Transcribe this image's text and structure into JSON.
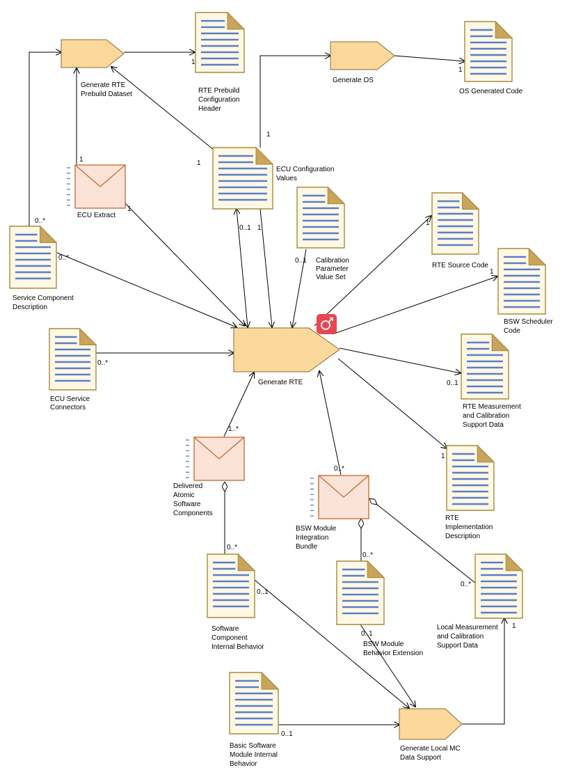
{
  "diagram": {
    "tasks": {
      "generate_rte_prebuild": "Generate RTE\nPrebuild Dataset",
      "generate_os": "Generate OS",
      "generate_rte": "Generate RTE",
      "generate_local_mc": "Generate Local MC\nData Support"
    },
    "artifacts": {
      "rte_prebuild_config_header": "RTE Prebuild\nConfiguration\nHeader",
      "os_generated_code": "OS Generated Code",
      "ecu_configuration_values": "ECU Configuration\nValues",
      "ecu_extract": "ECU Extract",
      "calibration_parameter_value_set": "Calibration\nParameter\nValue Set",
      "rte_source_code": "RTE Source Code",
      "bsw_scheduler_code": "BSW Scheduler\nCode",
      "service_component_description": "Service Component\nDescription",
      "ecu_service_connectors": "ECU Service\nConnectors",
      "rte_measurement_calibration_support": "RTE Measurement\nand Calibration\nSupport Data",
      "rte_implementation_description": "RTE\nImplementation\nDescription",
      "delivered_atomic_swc": "Delivered\nAtomic\nSoftware\nComponents",
      "bsw_module_integration_bundle": "BSW Module\nIntegration\nBundle",
      "swc_internal_behavior": "Software\nComponent\nInternal Behavior",
      "bsw_module_behavior_extension": "BSW Module\nBehavior Extension",
      "local_measurement_calibration_support": "Local Measurement\nand Calibration\nSupport Data",
      "bsw_module_internal_behavior": "Basic Software\nModule Internal\nBehavior"
    },
    "multiplicities": {
      "m_prebuild_header": "1",
      "m_os_code": "1",
      "m_ecuc_os": "1",
      "m_ecuc_prebuild": "1",
      "m_extract_prebuild": "1",
      "m_extract_rte": "1",
      "m_scd_prebuild": "0..*",
      "m_scd_rte": "0..*",
      "m_ecuc_rte_a": "0..1",
      "m_ecuc_rte_b": "1",
      "m_cal_rte": "0..1",
      "m_rte_src": "1",
      "m_bsw_sched": "1",
      "m_service_conn": "0..*",
      "m_rte_mc": "0..1",
      "m_rte_impl": "1",
      "m_delivered_swc": "1..*",
      "m_bsw_bundle": "0..*",
      "m_swc_ib": "0..*",
      "m_swc_ib_mc": "0..1",
      "m_bsw_ext": "0..*",
      "m_bsw_ext_mc": "0..1",
      "m_local_mc_in": "0..*",
      "m_local_mc_out": "1",
      "m_bsw_ib": "0..1"
    },
    "colors": {
      "task_fill": "#fbd89b",
      "doc_fill": "#fff8e5",
      "doc_lines": "#5b7fc7",
      "envelope_fill": "#fbe3d8",
      "envelope_stroke": "#c8703a",
      "badge": "#e8474f"
    },
    "badge_icon": "female-male-gender-icon"
  }
}
